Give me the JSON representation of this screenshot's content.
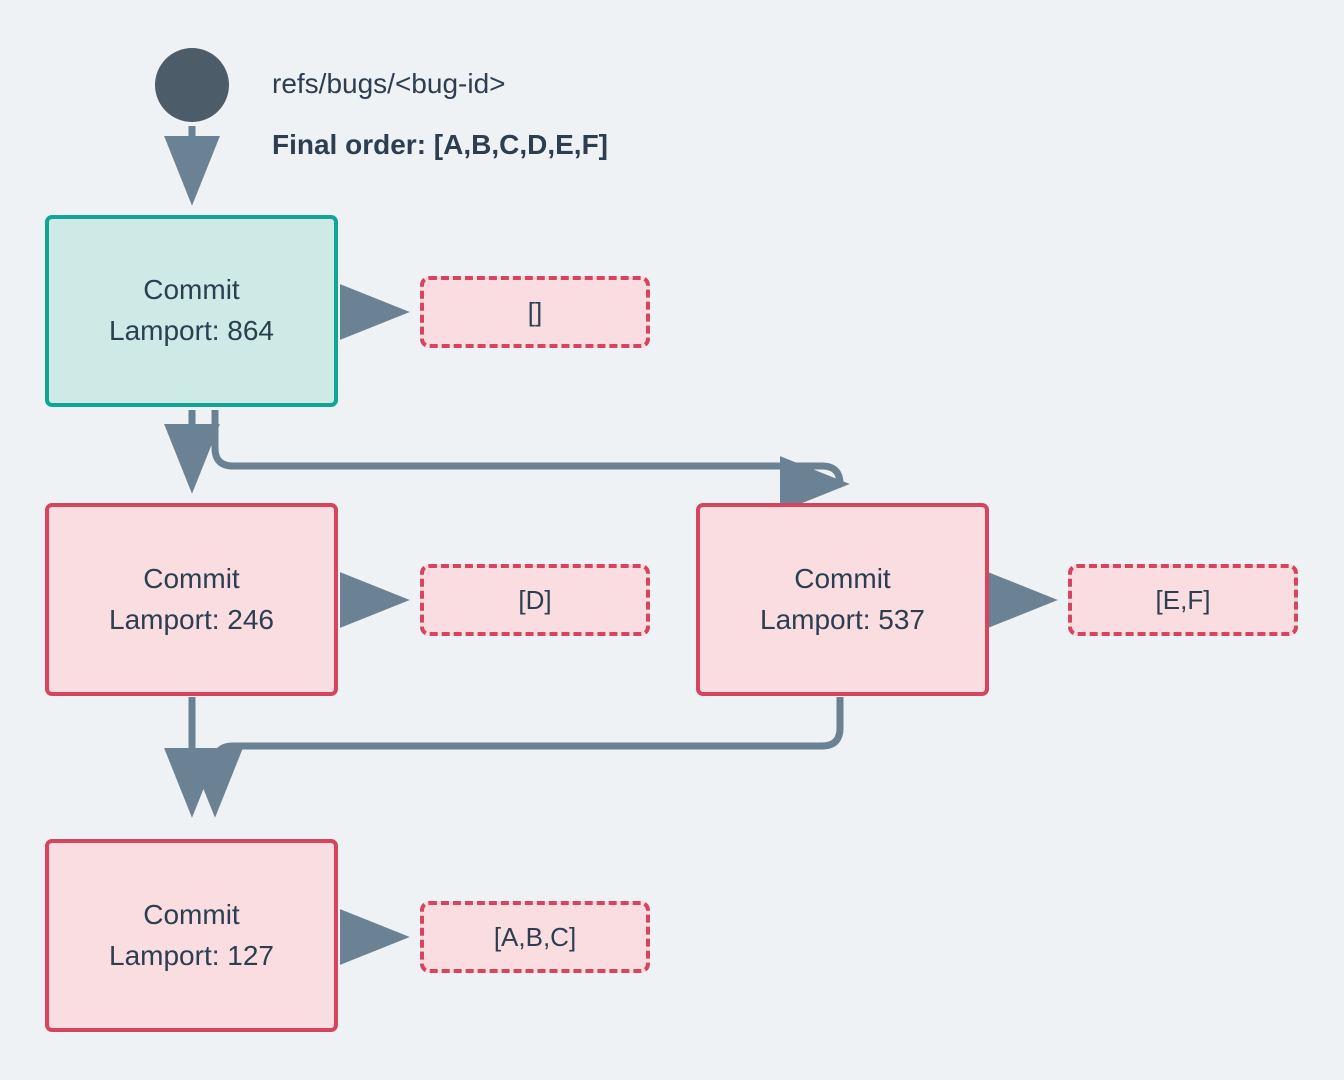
{
  "diagram": {
    "type": "commit-dag",
    "background_color": "#eff2f5",
    "root": {
      "icon": "root-node-dot",
      "ref_label": "refs/bugs/<bug-id>",
      "final_order_label": "Final order: [A,B,C,D,E,F]"
    },
    "colors": {
      "root_dot": "#4c5c68",
      "teal_border": "#12a594",
      "teal_fill": "#cdeae6",
      "pink_border": "#d6455e",
      "pink_fill": "#f9dde1",
      "edge": "#6b8294",
      "text": "#2c3e50"
    },
    "nodes": [
      {
        "id": "c864",
        "title": "Commit",
        "lamport": "Lamport: 864",
        "style": "teal",
        "order_box": "[]"
      },
      {
        "id": "c246",
        "title": "Commit",
        "lamport": "Lamport: 246",
        "style": "pink",
        "order_box": "[D]"
      },
      {
        "id": "c537",
        "title": "Commit",
        "lamport": "Lamport: 537",
        "style": "pink",
        "order_box": "[E,F]"
      },
      {
        "id": "c127",
        "title": "Commit",
        "lamport": "Lamport: 127",
        "style": "pink",
        "order_box": "[A,B,C]"
      }
    ],
    "edges": [
      {
        "from": "root",
        "to": "c864"
      },
      {
        "from": "c864",
        "to": "c246"
      },
      {
        "from": "c864",
        "to": "c537"
      },
      {
        "from": "c246",
        "to": "c127"
      },
      {
        "from": "c537",
        "to": "c127"
      },
      {
        "from": "c864",
        "to": "order-c864"
      },
      {
        "from": "c246",
        "to": "order-c246"
      },
      {
        "from": "c537",
        "to": "order-c537"
      },
      {
        "from": "c127",
        "to": "order-c127"
      }
    ]
  }
}
